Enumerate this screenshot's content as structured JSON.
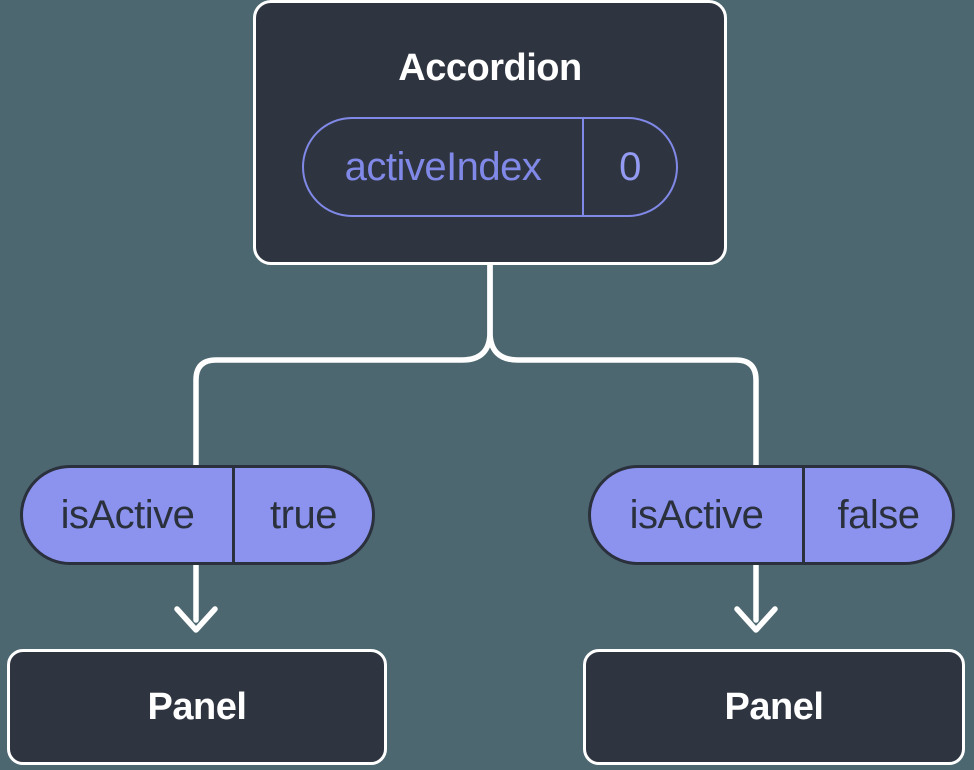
{
  "diagram": {
    "type": "component-tree",
    "accordion": {
      "title": "Accordion",
      "state": {
        "label": "activeIndex",
        "value": "0"
      }
    },
    "props": [
      {
        "label": "isActive",
        "value": "true"
      },
      {
        "label": "isActive",
        "value": "false"
      }
    ],
    "panels": [
      {
        "title": "Panel"
      },
      {
        "title": "Panel"
      }
    ]
  },
  "colors": {
    "background": "#4C6770",
    "node_fill": "#2F3540",
    "node_border": "#FFFFFF",
    "connector": "#FFFFFF",
    "state_pill_border": "#8089E8",
    "state_label": "#8089E8",
    "state_value": "#939CF2",
    "prop_pill_fill": "#8B93EE",
    "prop_pill_border": "#2A303C",
    "prop_text": "#2A303C",
    "title_text": "#FFFFFF"
  }
}
